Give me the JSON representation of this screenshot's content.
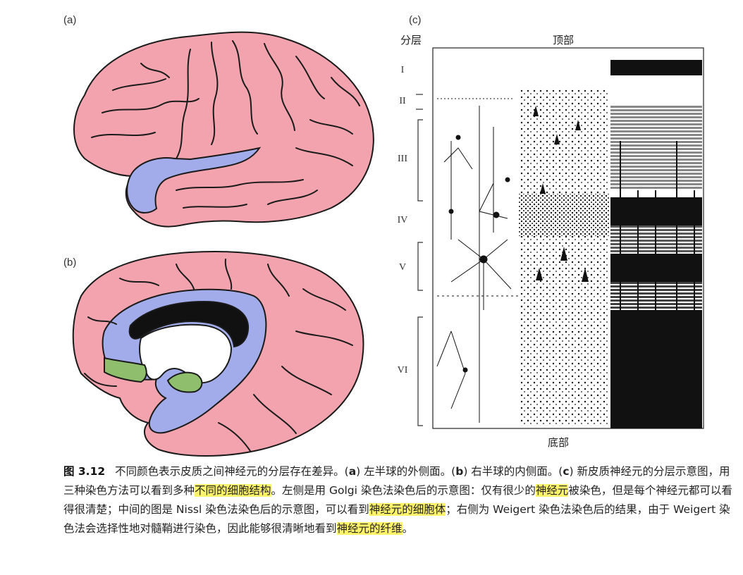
{
  "panels": {
    "a": "(a)",
    "b": "(b)",
    "c": "(c)"
  },
  "diagram_c": {
    "layers_heading": "分层",
    "top_label": "顶部",
    "bottom_label": "底部",
    "layers": [
      "I",
      "II",
      "III",
      "IV",
      "V",
      "VI"
    ]
  },
  "colors": {
    "cortex_pink": "#f2a3ad",
    "region_blue": "#a3acea",
    "region_green": "#8fbf6c",
    "highlight": "#fff36a"
  },
  "caption": {
    "figure_number": "图 3.12",
    "seg1": "不同颜色表示皮质之间神经元的分层存在差异。(",
    "a": "a",
    "seg2": ") 左半球的外侧面。(",
    "b": "b",
    "seg3": ") 右半球的内侧面。(",
    "c": "c",
    "seg4": ") 新皮质神经元的分层示意图，用三种染色方法可以看到多种",
    "hl1": "不同的细胞结构",
    "seg5": "。左侧是用 Golgi 染色法染色后的示意图：仅有很少的",
    "hl2": "神经元",
    "seg6": "被染色，但是每个神经元都可以看得很清楚；中间的图是 Nissl 染色法染色后的示意图，可以看到",
    "hl3": "神经元的细胞体",
    "seg7": "；右侧为 Weigert 染色法染色后的结果，由于 Weigert 染色法会选择性地对髓鞘进行染色，因此能够很清晰地看到",
    "hl4": "神经元的纤维",
    "seg8": "。"
  }
}
